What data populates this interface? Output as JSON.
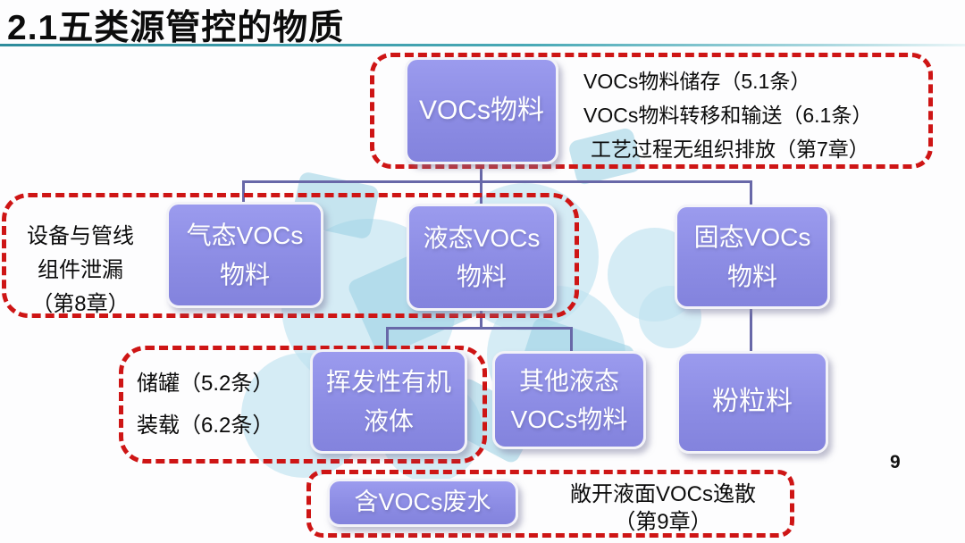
{
  "slide": {
    "title": "2.1五类源管控的物质",
    "page_number": "9"
  },
  "colors": {
    "node_fill": "#8c8ce4",
    "dashed_border": "#ce1515",
    "connector": "#6868a8",
    "title_rule": "#49a9b6",
    "watermark": "#b9e1ed"
  },
  "nodes": {
    "vocs_material": {
      "label": "VOCs物料"
    },
    "gas_vocs": {
      "line1": "气态VOCs",
      "line2": "物料"
    },
    "liquid_vocs": {
      "line1": "液态VOCs",
      "line2": "物料"
    },
    "solid_vocs": {
      "line1": "固态VOCs",
      "line2": "物料"
    },
    "volatile_organic_liquid": {
      "line1": "挥发性有机",
      "line2": "液体"
    },
    "other_liquid_vocs": {
      "line1": "其他液态",
      "line2": "VOCs物料"
    },
    "powder_material": {
      "label": "粉粒料"
    },
    "vocs_wastewater": {
      "label": "含VOCs废水"
    }
  },
  "annotations": {
    "storage_group": {
      "line1": "VOCs物料储存（5.1条）",
      "line2": "VOCs物料转移和输送（6.1条）",
      "line3": "工艺过程无组织排放（第7章）"
    },
    "equipment_leak": {
      "line1": "设备与管线",
      "line2": "组件泄漏",
      "line3": "（第8章）"
    },
    "tank_loading": {
      "line1": "储罐（5.2条）",
      "line2": "装载（6.2条）"
    },
    "open_surface": {
      "line1": "敞开液面VOCs逸散",
      "line2": "（第9章）"
    }
  }
}
